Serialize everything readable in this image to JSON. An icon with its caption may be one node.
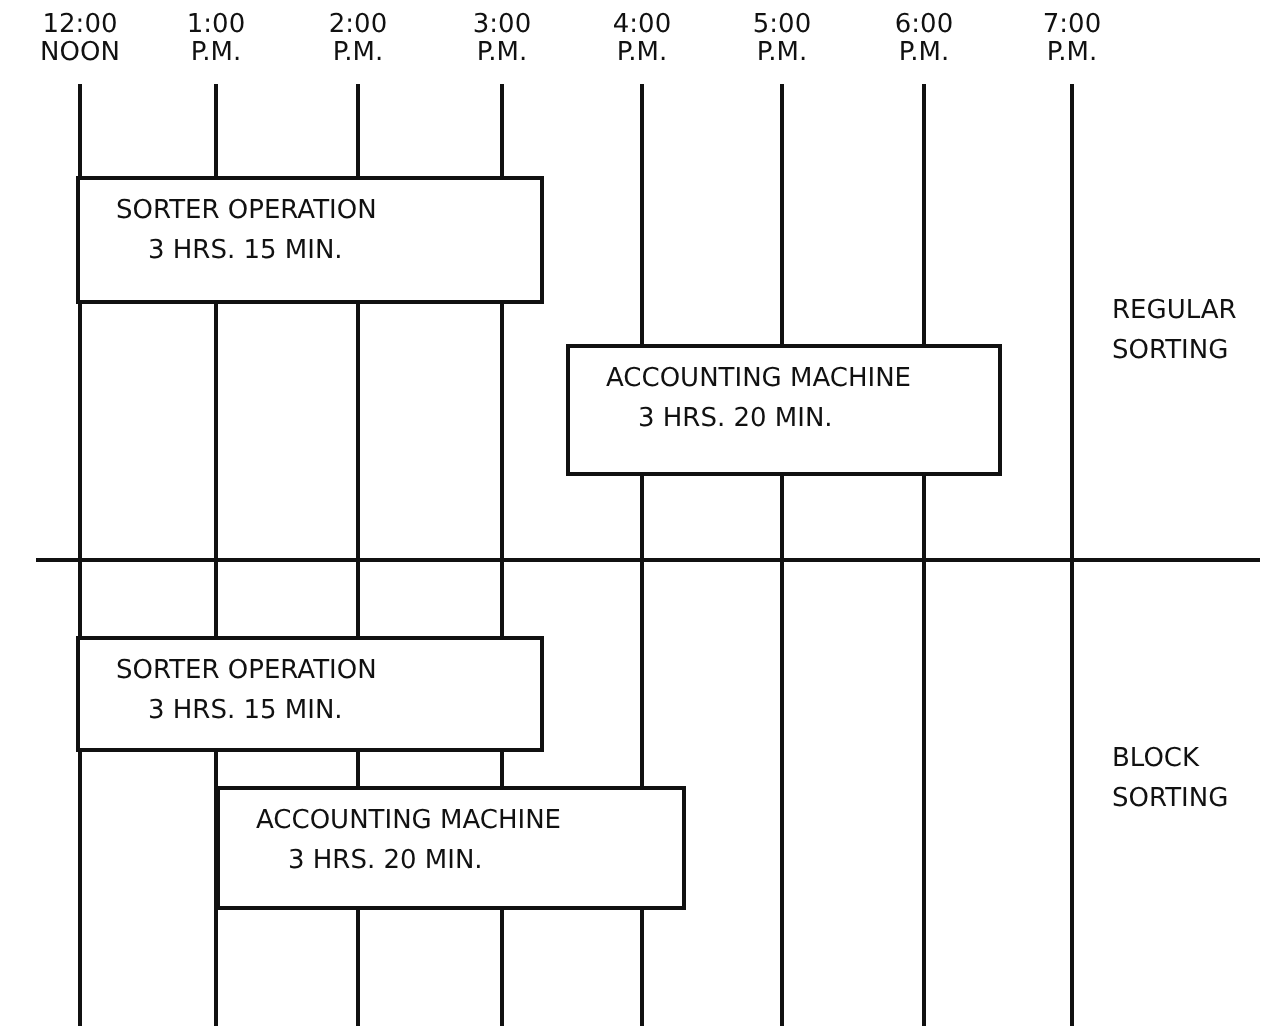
{
  "diagram": {
    "nodes": [
      {
        "text": [
          "SORTER OPERATION",
          "3 HRS. 15 MIN."
        ]
      },
      {
        "text": [
          "ACCOUNTING MACHINE",
          "3 HRS. 20 MIN."
        ]
      },
      {
        "text": [
          "SORTER OPERATION",
          "3 HRS. 15 MIN."
        ]
      },
      {
        "text": [
          "ACCOUNTING MACHINE",
          "3 HRS. 20 MIN."
        ]
      }
    ],
    "labels": [
      "12:00 NOON",
      "1:00 P.M.",
      "2:00 P.M.",
      "3:00 P.M.",
      "4:00 P.M.",
      "5:00 P.M.",
      "6:00 P.M.",
      "7:00 P.M.",
      "REGULAR SORTING",
      "BLOCK SORTING"
    ]
  }
}
